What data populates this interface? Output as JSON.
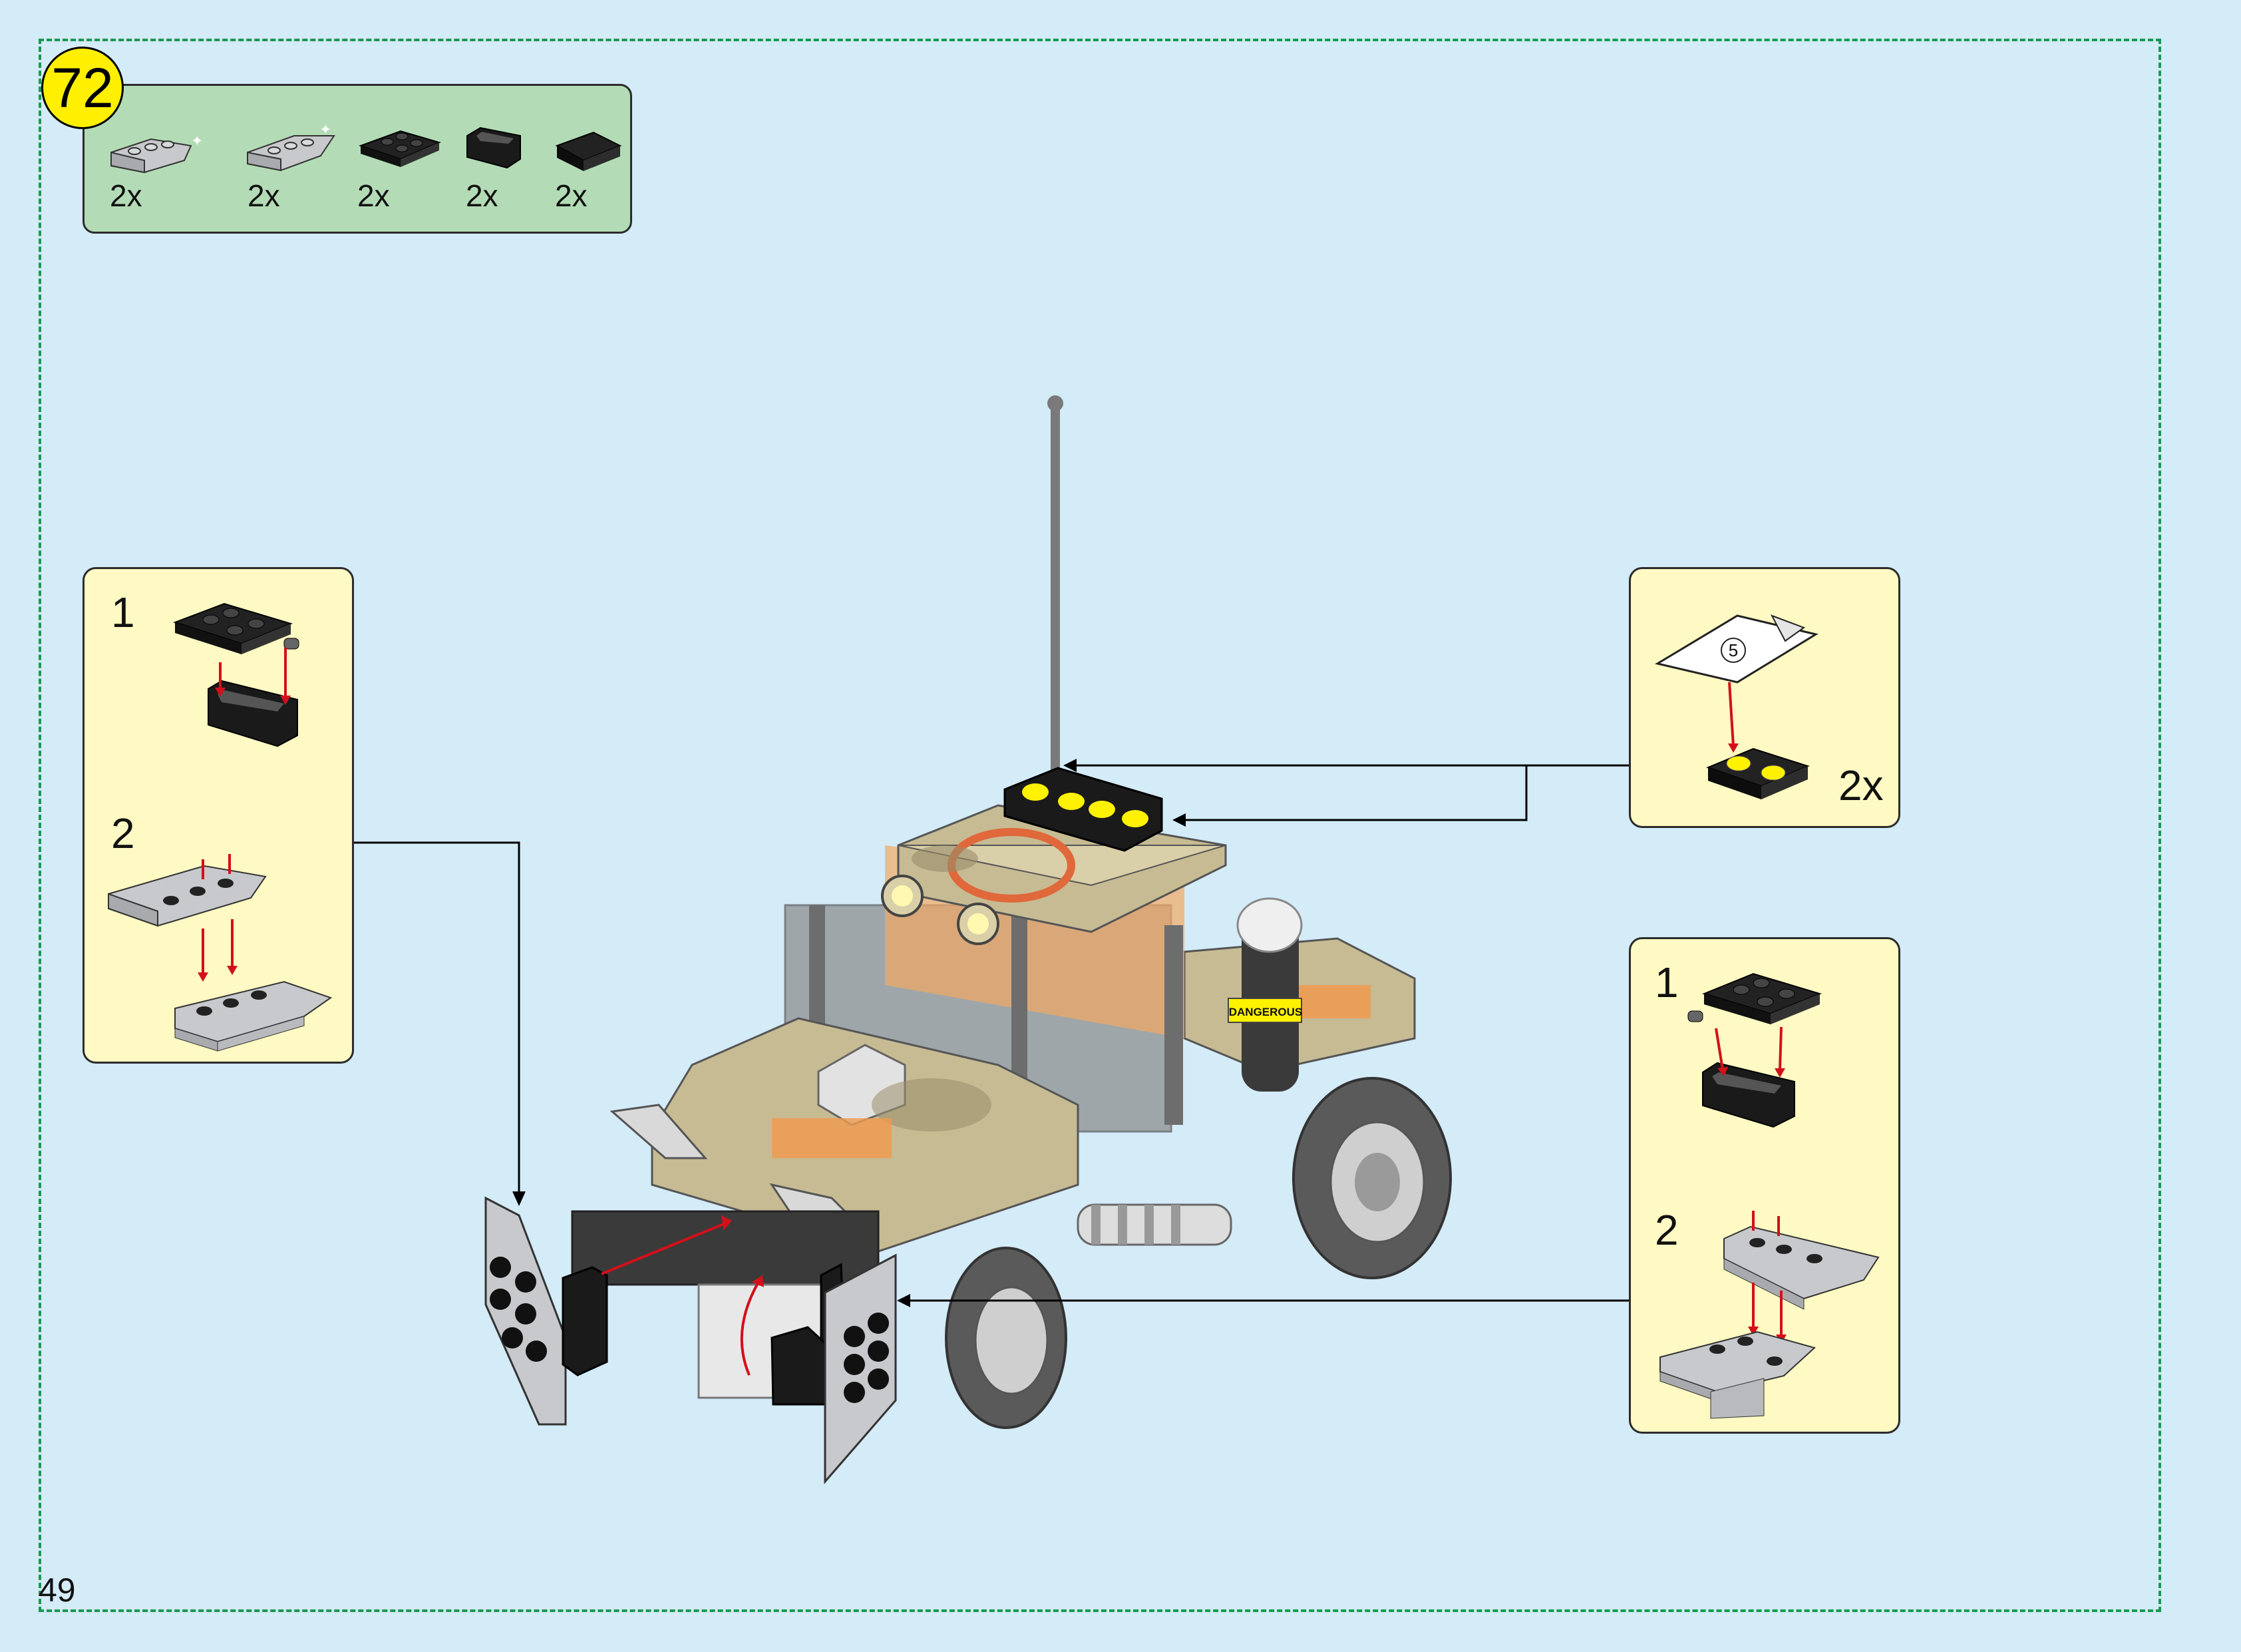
{
  "step": {
    "number": "72"
  },
  "parts_list": {
    "items": [
      {
        "icon": "wedge-plate-gray-left-icon",
        "qty": "2x"
      },
      {
        "icon": "wedge-plate-gray-right-icon",
        "qty": "2x"
      },
      {
        "icon": "plate-2x2-black-with-clip-icon",
        "qty": "2x"
      },
      {
        "icon": "bracket-black-icon",
        "qty": "2x"
      },
      {
        "icon": "slope-tile-black-icon",
        "qty": "2x"
      }
    ]
  },
  "subassembly_left": {
    "steps": [
      "1",
      "2"
    ]
  },
  "subassembly_right_sticker": {
    "sticker_number": "5",
    "qty": "2x"
  },
  "subassembly_right": {
    "steps": [
      "1",
      "2"
    ]
  },
  "vehicle": {
    "decal_side_text": "DANGEROUS"
  },
  "page": {
    "number": "49"
  },
  "colors": {
    "background": "#d4ebf8",
    "frame": "#179a4f",
    "badge": "#ffef00",
    "parts_box": "#b3dcb6",
    "subassembly_box": "#fff9c3",
    "arrow_red": "#d3101a"
  }
}
